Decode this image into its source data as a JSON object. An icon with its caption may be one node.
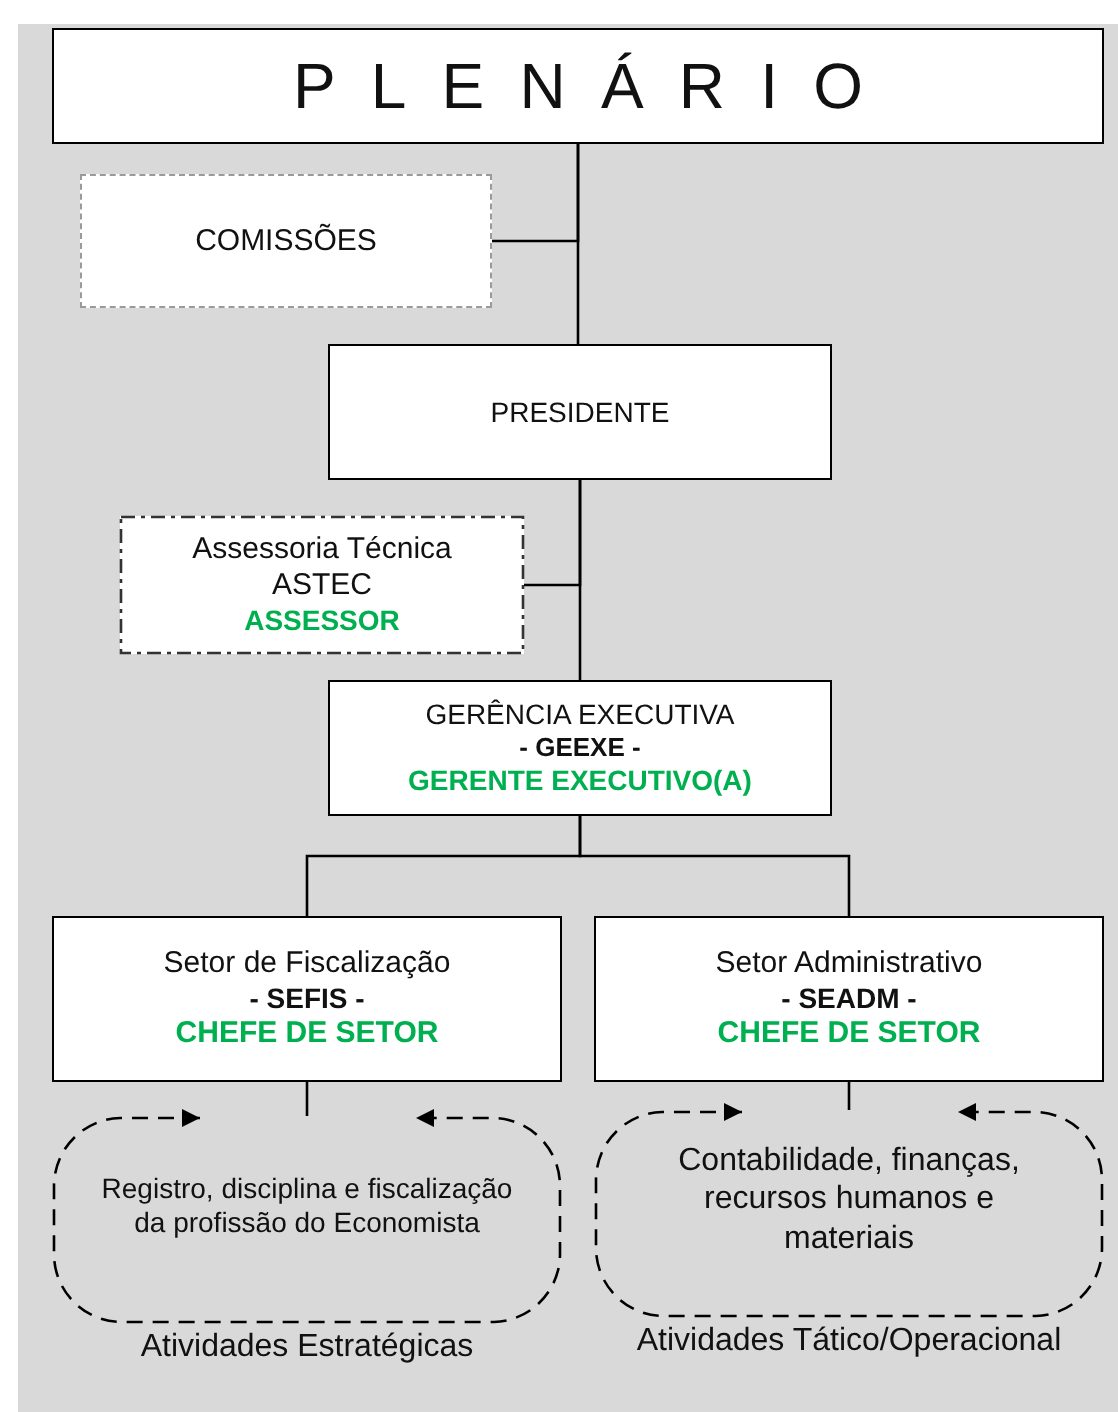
{
  "diagram": {
    "nodes": [
      {
        "text": [
          "PLENÁRIO"
        ]
      },
      {
        "text": [
          "COMISSÕES"
        ]
      },
      {
        "text": [
          "PRESIDENTE"
        ]
      },
      {
        "text": [
          "Assessoria Técnica",
          "ASTEC",
          "ASSESSOR"
        ]
      },
      {
        "text": [
          "GERÊNCIA EXECUTIVA",
          "- GEEXE -",
          "GERENTE EXECUTIVO(A)"
        ]
      },
      {
        "text": [
          "Setor de Fiscalização",
          "- SEFIS -",
          "CHEFE DE SETOR"
        ]
      },
      {
        "text": [
          "Setor Administrativo",
          "- SEADM -",
          "CHEFE DE SETOR"
        ]
      },
      {
        "text": [
          "Registro, disciplina e fiscalização da profissão do Economista"
        ],
        "beside": [
          "Atividades Estratégicas"
        ]
      },
      {
        "text": [
          "Contabilidade, finanças, recursos humanos e materiais"
        ],
        "beside": [
          "Atividades Tático/Operacional"
        ]
      }
    ],
    "edges": [
      {
        "from": 0,
        "to": 1,
        "arrow": "none"
      },
      {
        "from": 0,
        "to": 2,
        "arrow": "none"
      },
      {
        "from": 2,
        "to": 3,
        "arrow": "none"
      },
      {
        "from": 2,
        "to": 4,
        "arrow": "none"
      },
      {
        "from": 4,
        "to": 5,
        "arrow": "none"
      },
      {
        "from": 4,
        "to": 6,
        "arrow": "none"
      },
      {
        "from": 5,
        "to": 7,
        "arrow": "none"
      },
      {
        "from": 6,
        "to": 8,
        "arrow": "none"
      }
    ]
  }
}
